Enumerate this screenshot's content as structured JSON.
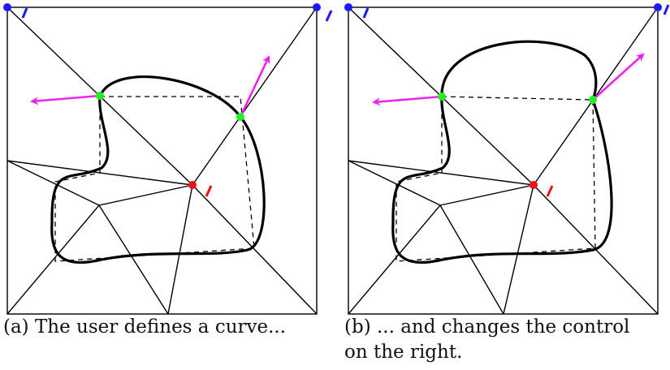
{
  "figure": {
    "panels": [
      {
        "id": "a",
        "caption_line1": "(a) The user defines a curve...",
        "caption_line2": ""
      },
      {
        "id": "b",
        "caption_line1": "(b) ... and changes the control",
        "caption_line2": "on the right."
      }
    ],
    "colors": {
      "frame": "#000000",
      "curve": "#000000",
      "control_polygon": "#000000",
      "corner_vertex": "#1a1aff",
      "control_point": "#22ee22",
      "center_point": "#ee1111",
      "arrow": "#ee22ee"
    }
  }
}
